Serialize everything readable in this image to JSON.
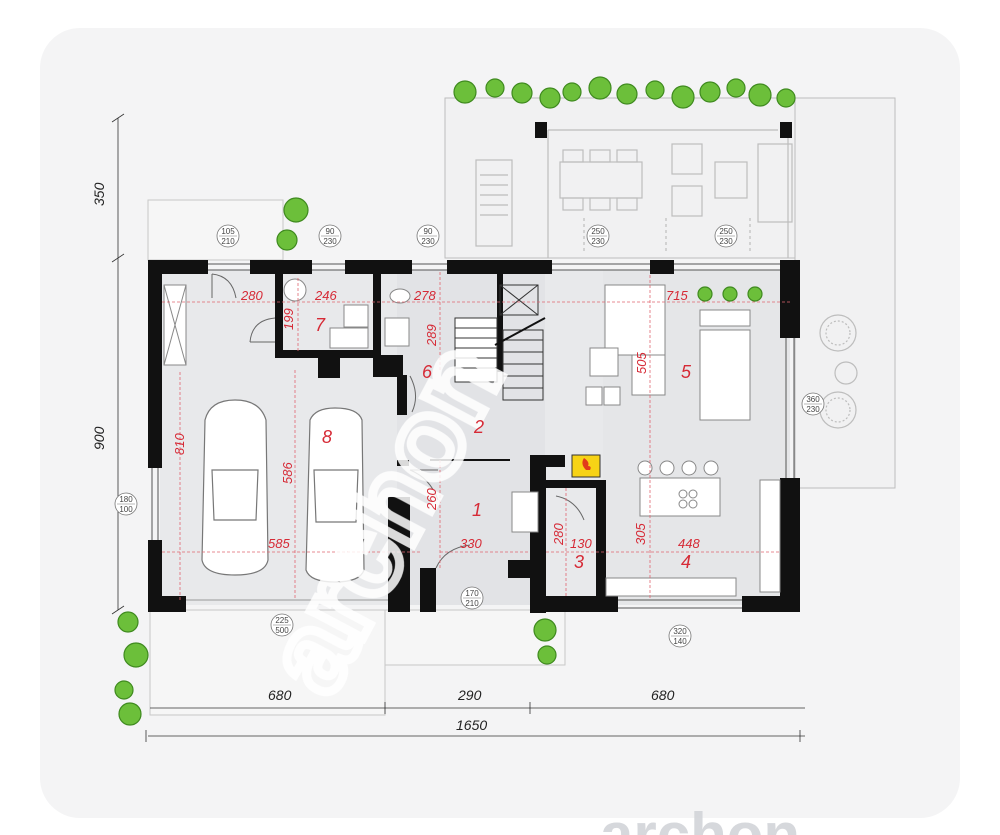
{
  "colors": {
    "wall": "#111111",
    "floor": "#e8e9eb",
    "terrace": "#f1f1f2",
    "red_dim": "#d62a36",
    "plant": "#6cbf3a",
    "watermark": "#ffffff",
    "fire": "#f7d316"
  },
  "rooms": [
    {
      "number": "1"
    },
    {
      "number": "2"
    },
    {
      "number": "3"
    },
    {
      "number": "4"
    },
    {
      "number": "5"
    },
    {
      "number": "6"
    },
    {
      "number": "7"
    },
    {
      "number": "8"
    }
  ],
  "inner_dims": [
    "280",
    "246",
    "278",
    "715",
    "199",
    "289",
    "505",
    "810",
    "586",
    "260",
    "585",
    "330",
    "280",
    "130",
    "305",
    "448"
  ],
  "outer_dims": {
    "left_top": "350",
    "left_main": "900",
    "bottom_left": "680",
    "bottom_mid": "290",
    "bottom_right": "680",
    "total": "1650"
  },
  "openings": [
    {
      "w": "105",
      "h": "210"
    },
    {
      "w": "90",
      "h": "230"
    },
    {
      "w": "90",
      "h": "230"
    },
    {
      "w": "250",
      "h": "230"
    },
    {
      "w": "250",
      "h": "230"
    },
    {
      "w": "360",
      "h": "230"
    },
    {
      "w": "180",
      "h": "100"
    },
    {
      "w": "225",
      "h": "500"
    },
    {
      "w": "170",
      "h": "210"
    },
    {
      "w": "320",
      "h": "140"
    }
  ],
  "watermark": {
    "text": "archon",
    "bottom_fragment": "archon"
  }
}
